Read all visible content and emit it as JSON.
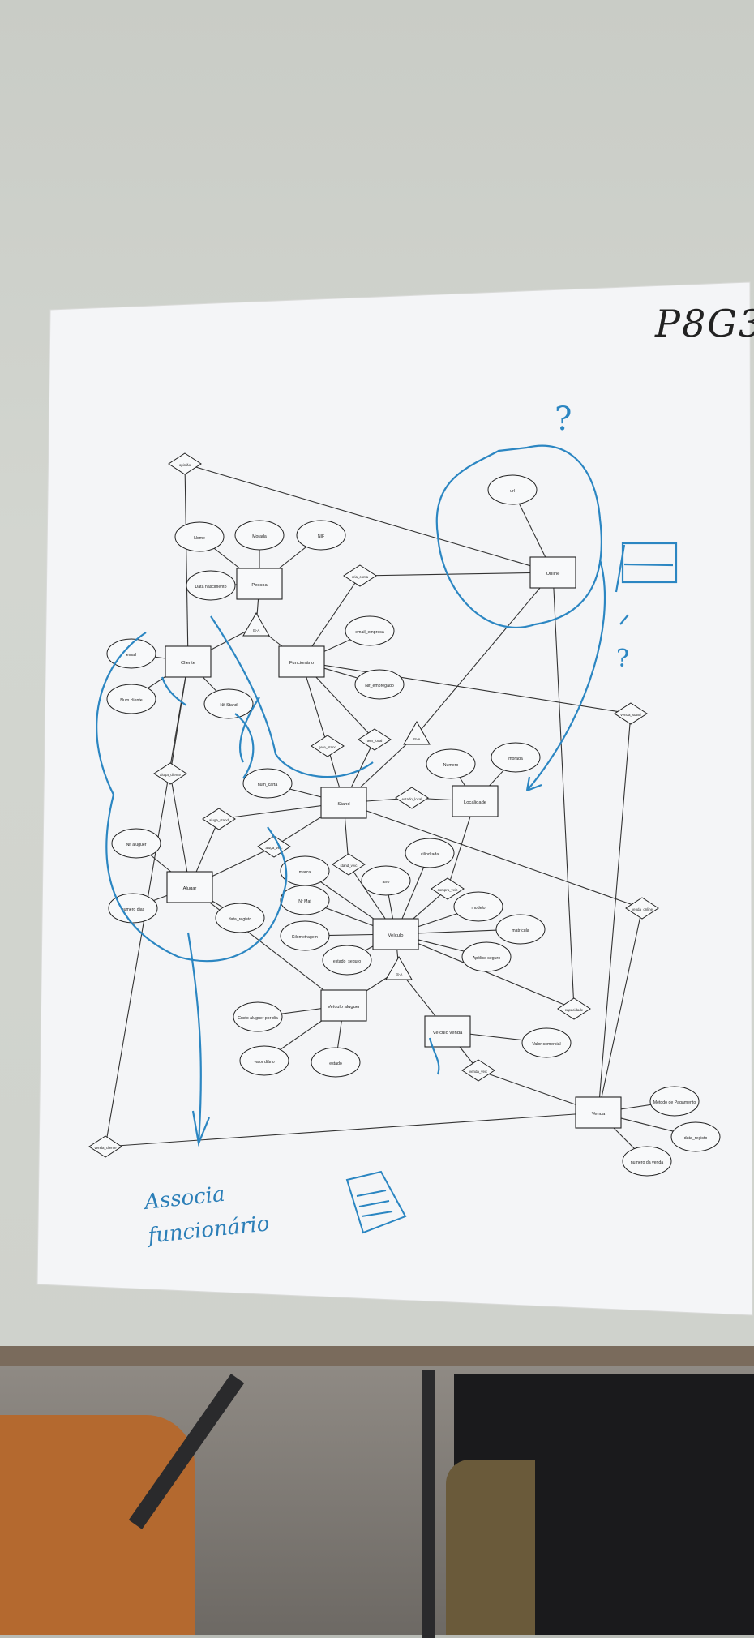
{
  "page_code": "P8G3",
  "handwritten_notes": [
    "Associa funcionário",
    "?",
    "?"
  ],
  "entities": [
    {
      "key": "pessoa",
      "label": "Pessoa"
    },
    {
      "key": "cliente",
      "label": "Cliente"
    },
    {
      "key": "funcionario",
      "label": "Funcionário"
    },
    {
      "key": "online",
      "label": "Online"
    },
    {
      "key": "alugar",
      "label": "Alugar"
    },
    {
      "key": "stand",
      "label": "Stand"
    },
    {
      "key": "localidade",
      "label": "Localidade"
    },
    {
      "key": "veiculo",
      "label": "Veículo"
    },
    {
      "key": "veiculo_aluguer",
      "label": "Veículo aluguer"
    },
    {
      "key": "veiculo_venda",
      "label": "Veículo venda"
    },
    {
      "key": "venda",
      "label": "Venda"
    }
  ],
  "attributes": [
    {
      "key": "nome",
      "label": "Nome"
    },
    {
      "key": "morada_p",
      "label": "Morada"
    },
    {
      "key": "nif",
      "label": "NIF"
    },
    {
      "key": "data_nasc",
      "label": "Data nascimento"
    },
    {
      "key": "email",
      "label": "email"
    },
    {
      "key": "num_cliente",
      "label": "Num cliente"
    },
    {
      "key": "email_empresa",
      "label": "email_empresa"
    },
    {
      "key": "nif_empregado",
      "label": "Nif_empregado"
    },
    {
      "key": "nif_stand",
      "label": "Nif Stand"
    },
    {
      "key": "url",
      "label": "url"
    },
    {
      "key": "nif_aluguer",
      "label": "Nif aluguer"
    },
    {
      "key": "numero_dias",
      "label": "numero dias"
    },
    {
      "key": "data_registo_a",
      "label": "data_registo"
    },
    {
      "key": "num_carta",
      "label": "num_carta"
    },
    {
      "key": "numero_loc",
      "label": "Numero"
    },
    {
      "key": "morada_l",
      "label": "morada"
    },
    {
      "key": "cilindrada",
      "label": "cilindrada"
    },
    {
      "key": "ano",
      "label": "ano"
    },
    {
      "key": "marca",
      "label": "marca"
    },
    {
      "key": "matricula",
      "label": "Nr Mat"
    },
    {
      "key": "km",
      "label": "Kilometragem"
    },
    {
      "key": "modelo",
      "label": "modelo"
    },
    {
      "key": "matricula2",
      "label": "matrícula"
    },
    {
      "key": "apolice",
      "label": "Apólice seguro"
    },
    {
      "key": "estado",
      "label": "estado_seguro"
    },
    {
      "key": "custo_dia",
      "label": "Custo aluguer por dia"
    },
    {
      "key": "valor_diario",
      "label": "valor diário"
    },
    {
      "key": "estado_v",
      "label": "estado"
    },
    {
      "key": "valor_comercial",
      "label": "Valor comercial"
    },
    {
      "key": "metodo",
      "label": "Método de Pagamento"
    },
    {
      "key": "data_registo_v",
      "label": "data_registo"
    },
    {
      "key": "num_venda",
      "label": "numero da venda"
    }
  ],
  "relationships": [
    {
      "key": "r_top",
      "label": "opinião"
    },
    {
      "key": "r_cli_onl",
      "label": "cria_conta"
    },
    {
      "key": "r_aluga",
      "label": "aluga_cliente"
    },
    {
      "key": "r_trab",
      "label": "gere_stand"
    },
    {
      "key": "r_local",
      "label": "estado_local"
    },
    {
      "key": "r_loc",
      "label": "tem_local"
    },
    {
      "key": "r_isa1",
      "label": "IS-A"
    },
    {
      "key": "r_isa2",
      "label": "IS-A"
    },
    {
      "key": "r_isa3",
      "label": "IS-A"
    },
    {
      "key": "r_alug_st",
      "label": "aluga_stand"
    },
    {
      "key": "r_alug_v",
      "label": "aluga_veic"
    },
    {
      "key": "r_veic",
      "label": "stand_veic"
    },
    {
      "key": "r_compra",
      "label": "compra_veic"
    },
    {
      "key": "r_venda_st",
      "label": "venda_stand"
    },
    {
      "key": "r_venda_on",
      "label": "venda_online"
    },
    {
      "key": "r_venda_cli",
      "label": "venda_cliente"
    },
    {
      "key": "r_venda_veic",
      "label": "venda_veic"
    },
    {
      "key": "r_cap",
      "label": "capacidade"
    }
  ]
}
